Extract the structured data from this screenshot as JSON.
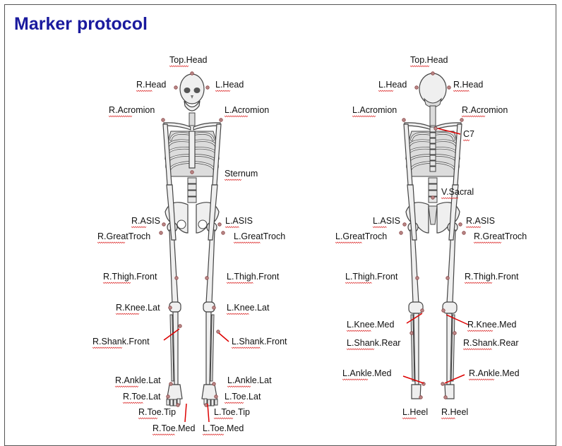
{
  "title": "Marker protocol",
  "front": {
    "labels": {
      "top_head": "Top.Head",
      "r_head": "R.Head",
      "l_head": "L.Head",
      "r_acromion": "R.Acromion",
      "l_acromion": "L.Acromion",
      "sternum": "Sternum",
      "r_asis": "R.ASIS",
      "l_asis": "L.ASIS",
      "r_greattroch": "R.GreatTroch",
      "l_greattroch": "L.GreatTroch",
      "r_thigh_front": "R.Thigh.Front",
      "l_thigh_front": "L.Thigh.Front",
      "r_knee_lat": "R.Knee.Lat",
      "l_knee_lat": "L.Knee.Lat",
      "r_shank_front": "R.Shank.Front",
      "l_shank_front": "L.Shank.Front",
      "r_ankle_lat": "R.Ankle.Lat",
      "l_ankle_lat": "L.Ankle.Lat",
      "r_toe_lat": "R.Toe.Lat",
      "l_toe_lat": "L.Toe.Lat",
      "r_toe_tip": "R.Toe.Tip",
      "l_toe_tip": "L.Toe.Tip",
      "r_toe_med": "R.Toe.Med",
      "l_toe_med": "L.Toe.Med"
    }
  },
  "back": {
    "labels": {
      "top_head": "Top.Head",
      "l_head": "L.Head",
      "r_head": "R.Head",
      "l_acromion": "L.Acromion",
      "r_acromion": "R.Acromion",
      "c7": "C7",
      "v_sacral": "V.Sacral",
      "l_asis": "L.ASIS",
      "r_asis": "R.ASIS",
      "l_greattroch": "L.GreatTroch",
      "r_greattroch": "R.GreatTroch",
      "l_thigh_front": "L.Thigh.Front",
      "r_thigh_front": "R.Thigh.Front",
      "l_knee_med": "L.Knee.Med",
      "r_knee_med": "R.Knee.Med",
      "l_shank_rear": "L.Shank.Rear",
      "r_shank_rear": "R.Shank.Rear",
      "l_ankle_med": "L.Ankle.Med",
      "r_ankle_med": "R.Ankle.Med",
      "l_heel": "L.Heel",
      "r_heel": "R.Heel"
    }
  },
  "colors": {
    "title": "#1a1a9e",
    "arrow": "#dd0000",
    "marker": "#bb8888"
  }
}
